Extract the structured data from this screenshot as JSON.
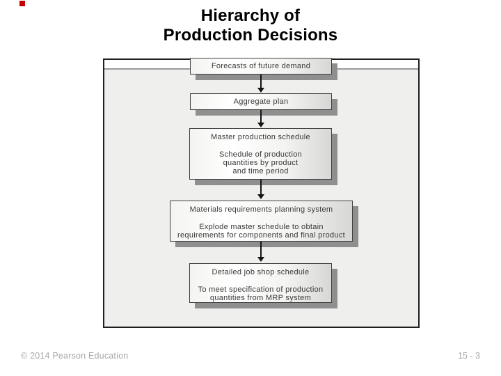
{
  "slide": {
    "title_line1": "Hierarchy of",
    "title_line2": "Production Decisions",
    "footer_left": "© 2014 Pearson Education",
    "footer_right": "15 - 3",
    "accent_color": "#c00000"
  },
  "diagram": {
    "type": "flowchart",
    "direction": "top-down",
    "boxes": [
      {
        "title": "Forecasts of future demand",
        "lines": []
      },
      {
        "title": "Aggregate plan",
        "lines": []
      },
      {
        "title": "Master production schedule",
        "lines": [
          "Schedule of production",
          "quantities by product",
          "and time period"
        ]
      },
      {
        "title": "Materials requirements planning system",
        "lines": [
          "Explode master schedule to obtain",
          "requirements for components and final product"
        ]
      },
      {
        "title": "Detailed job shop schedule",
        "lines": [
          "To meet specification of production",
          "quantities from MRP system"
        ]
      }
    ],
    "connections": [
      "Forecasts of future demand -> Aggregate plan",
      "Aggregate plan -> Master production schedule",
      "Master production schedule -> Materials requirements planning system",
      "Materials requirements planning system -> Detailed job shop schedule"
    ],
    "colors": {
      "panel_bg": "#efefed",
      "frame_border": "#1f1f1f",
      "box_shadow": "#8f8f8f",
      "arrow": "#141414"
    }
  }
}
